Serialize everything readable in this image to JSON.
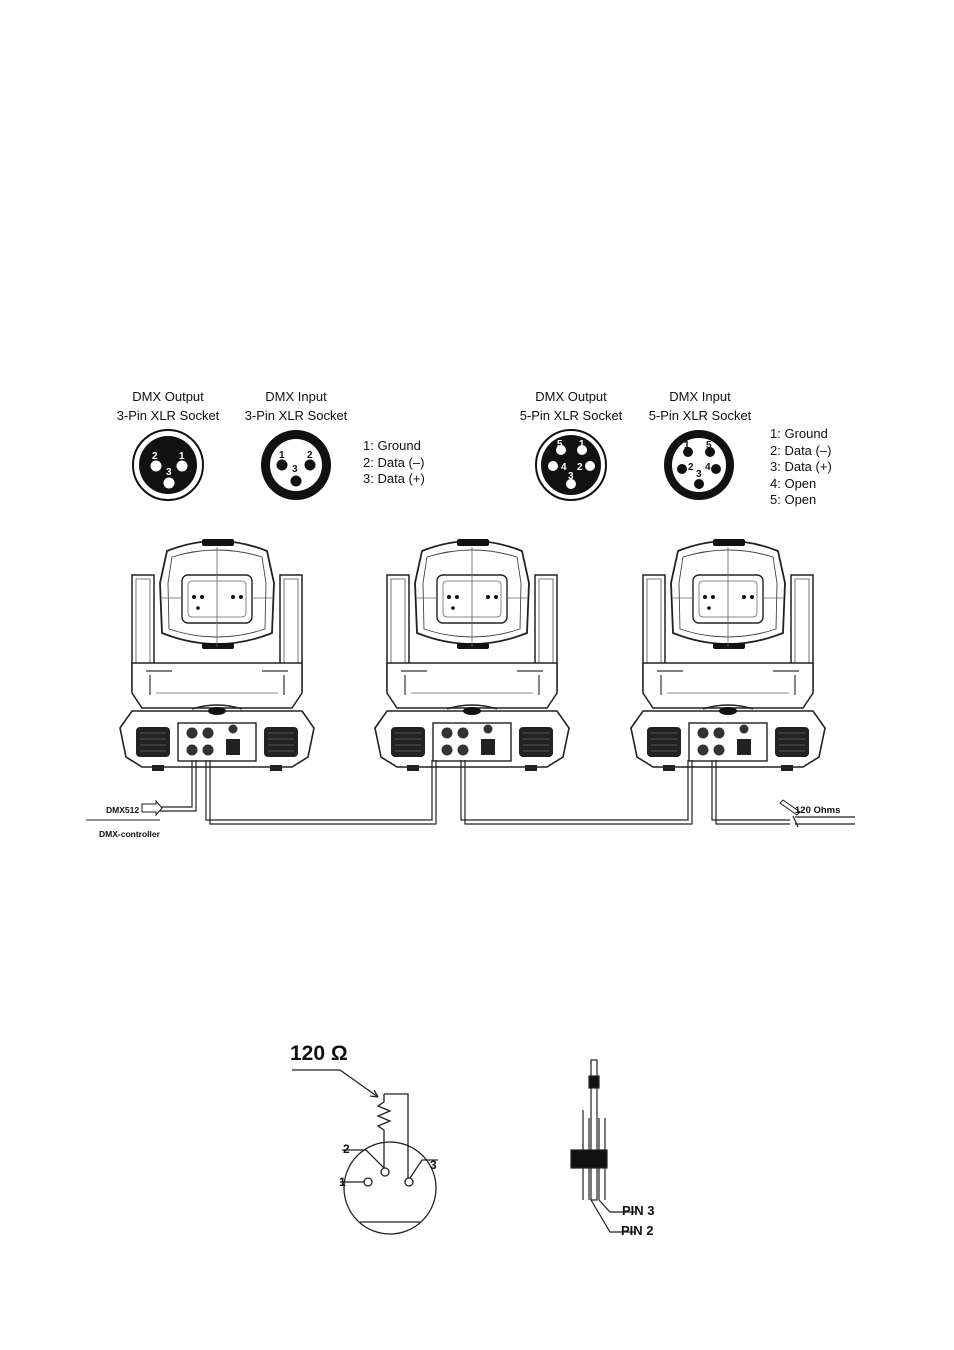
{
  "connectors": [
    {
      "title": "DMX Output",
      "subtitle": "3-Pin XLR Socket"
    },
    {
      "title": "DMX Input",
      "subtitle": "3-Pin XLR Socket"
    },
    {
      "title": "DMX Output",
      "subtitle": "5-Pin XLR Socket"
    },
    {
      "title": "DMX Input",
      "subtitle": "5-Pin XLR Socket"
    }
  ],
  "pins_3": [
    "1: Ground",
    "2:  Data (–)",
    "3: Data (+)"
  ],
  "pins_5": [
    "1: Ground",
    "2:  Data (–)",
    "3: Data (+)",
    "4: Open",
    "5: Open"
  ],
  "chain": {
    "dmx512_label": "DMX512",
    "controller_label": "DMX-controller",
    "terminator_label": "120 Ohms"
  },
  "terminator": {
    "resistance_label": "120 Ω",
    "pin_numbers": [
      "1",
      "2",
      "3"
    ],
    "pin3_label": "PIN 3",
    "pin2_label": "PIN 2"
  },
  "colors": {
    "line": "#1a1a1a",
    "fill_dark": "#111111",
    "fill_light": "#ffffff"
  }
}
